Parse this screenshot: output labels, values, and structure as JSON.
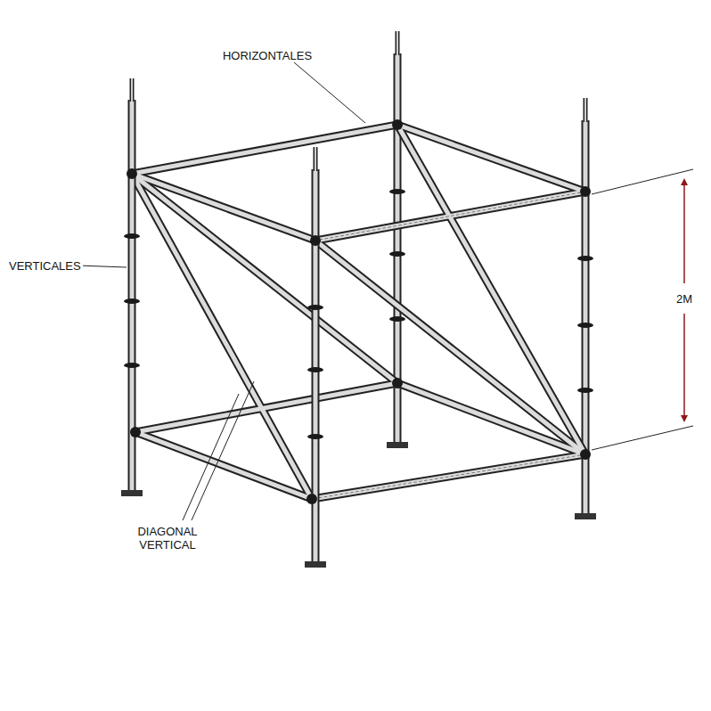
{
  "diagram": {
    "labels": [
      "HORIZONTALES",
      "VERTICALES",
      "2M",
      "DIAGONAL VERTICAL"
    ]
  }
}
